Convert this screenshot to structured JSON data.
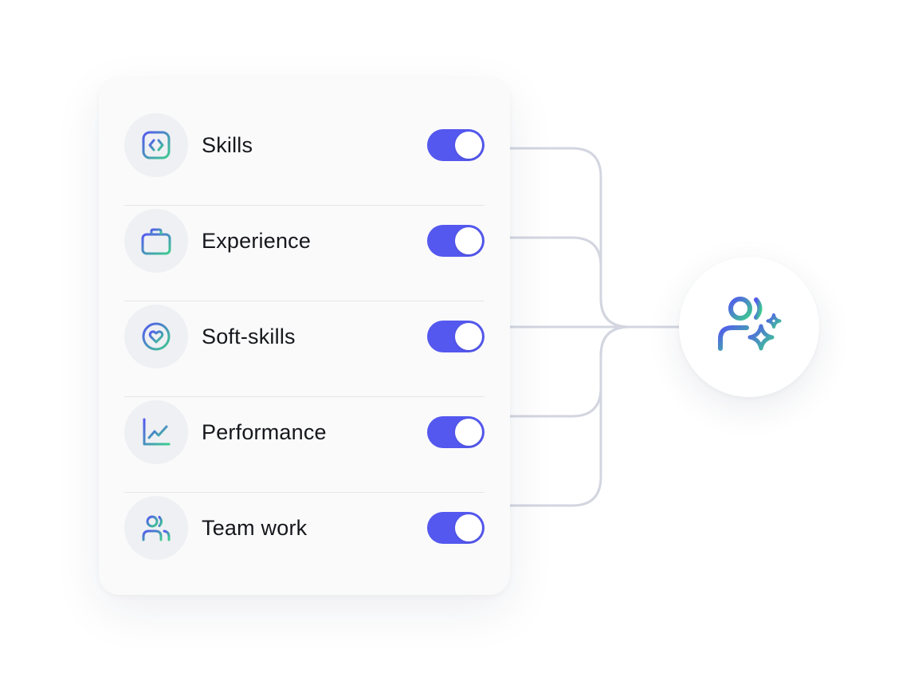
{
  "items": [
    {
      "label": "Skills",
      "icon": "code-square-icon",
      "enabled": true
    },
    {
      "label": "Experience",
      "icon": "briefcase-icon",
      "enabled": true
    },
    {
      "label": "Soft-skills",
      "icon": "heart-circle-icon",
      "enabled": true
    },
    {
      "label": "Performance",
      "icon": "chart-line-icon",
      "enabled": true
    },
    {
      "label": "Team work",
      "icon": "users-icon",
      "enabled": true
    }
  ],
  "target": {
    "icon": "users-sparkle-icon"
  },
  "colors": {
    "toggle_on": "#5458ef",
    "icon_gradient_start": "#5458ef",
    "icon_gradient_end": "#3dcc8e",
    "connector": "#d3d6e0",
    "text": "#15171c"
  }
}
